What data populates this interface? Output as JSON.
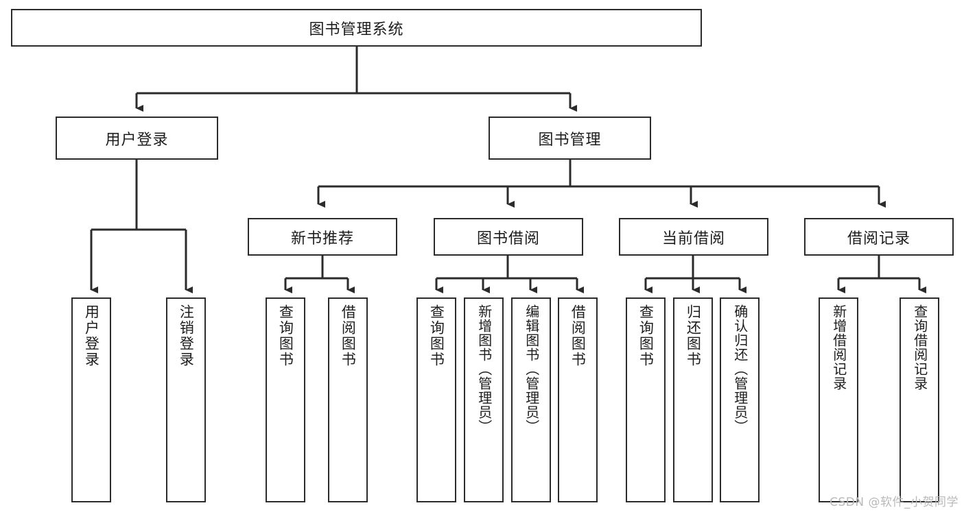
{
  "diagram": {
    "type": "tree-hierarchy-flowchart",
    "title": "图书管理系统",
    "root": {
      "id": "root",
      "label": "图书管理系统",
      "orientation": "horizontal"
    },
    "level2": [
      {
        "id": "user-login",
        "label": "用户登录",
        "orientation": "horizontal"
      },
      {
        "id": "book-management",
        "label": "图书管理",
        "orientation": "horizontal"
      }
    ],
    "level3": [
      {
        "id": "new-book-recommend",
        "label": "新书推荐",
        "parent": "book-management",
        "orientation": "horizontal"
      },
      {
        "id": "book-borrow",
        "label": "图书借阅",
        "parent": "book-management",
        "orientation": "horizontal"
      },
      {
        "id": "current-borrow",
        "label": "当前借阅",
        "parent": "book-management",
        "orientation": "horizontal"
      },
      {
        "id": "borrow-record",
        "label": "借阅记录",
        "parent": "book-management",
        "orientation": "horizontal"
      }
    ],
    "leaves": [
      {
        "id": "leaf-user-login",
        "label": "用户登录",
        "parent": "user-login",
        "orientation": "vertical"
      },
      {
        "id": "leaf-logout-login",
        "label": "注销登录",
        "parent": "user-login",
        "orientation": "vertical"
      },
      {
        "id": "leaf-query-book-1",
        "label": "查询图书",
        "parent": "new-book-recommend",
        "orientation": "vertical"
      },
      {
        "id": "leaf-borrow-book-1",
        "label": "借阅图书",
        "parent": "new-book-recommend",
        "orientation": "vertical"
      },
      {
        "id": "leaf-query-book-2",
        "label": "查询图书",
        "parent": "book-borrow",
        "orientation": "vertical"
      },
      {
        "id": "leaf-add-book-admin",
        "label": "新增图书（管理员）",
        "parent": "book-borrow",
        "orientation": "vertical"
      },
      {
        "id": "leaf-edit-book-admin",
        "label": "编辑图书（管理员）",
        "parent": "book-borrow",
        "orientation": "vertical"
      },
      {
        "id": "leaf-borrow-book-2",
        "label": "借阅图书",
        "parent": "book-borrow",
        "orientation": "vertical"
      },
      {
        "id": "leaf-query-book-3",
        "label": "查询图书",
        "parent": "current-borrow",
        "orientation": "vertical"
      },
      {
        "id": "leaf-return-book",
        "label": "归还图书",
        "parent": "current-borrow",
        "orientation": "vertical"
      },
      {
        "id": "leaf-confirm-return-admin",
        "label": "确认归还（管理员）",
        "parent": "current-borrow",
        "orientation": "vertical"
      },
      {
        "id": "leaf-add-borrow-record",
        "label": "新增借阅记录",
        "parent": "borrow-record",
        "orientation": "vertical"
      },
      {
        "id": "leaf-query-borrow-record",
        "label": "查询借阅记录",
        "parent": "borrow-record",
        "orientation": "vertical"
      }
    ],
    "colors": {
      "border": "#2b2b2b",
      "text": "#1d1d1d",
      "background": "#ffffff",
      "connector": "#2b2b2b",
      "watermark": "#b9b9b9"
    }
  },
  "watermark": {
    "text": "CSDN @软件_小贺同学"
  }
}
